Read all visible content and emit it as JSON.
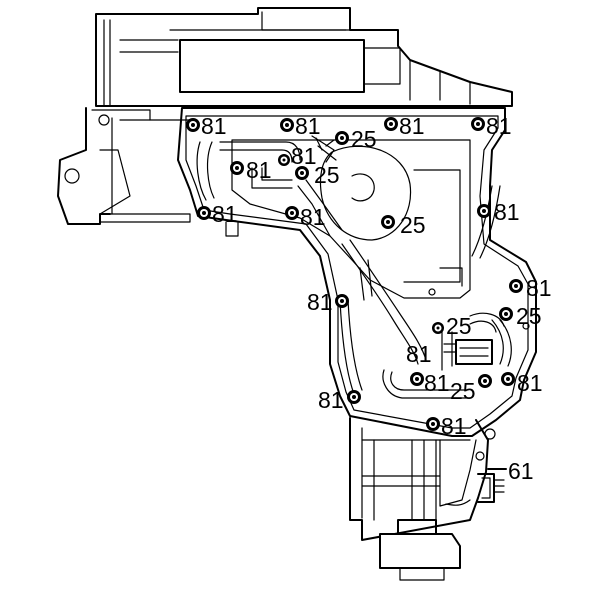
{
  "diagram": {
    "callouts": [
      {
        "id": "c1",
        "text": "81"
      },
      {
        "id": "c2",
        "text": "81"
      },
      {
        "id": "c3",
        "text": "25"
      },
      {
        "id": "c4",
        "text": "81"
      },
      {
        "id": "c5",
        "text": "81"
      },
      {
        "id": "c6",
        "text": "81"
      },
      {
        "id": "c7",
        "text": "81"
      },
      {
        "id": "c8",
        "text": "25"
      },
      {
        "id": "c9",
        "text": "81"
      },
      {
        "id": "c10",
        "text": "81"
      },
      {
        "id": "c11",
        "text": "25"
      },
      {
        "id": "c12",
        "text": "81"
      },
      {
        "id": "c13",
        "text": "81"
      },
      {
        "id": "c14",
        "text": "81"
      },
      {
        "id": "c15",
        "text": "25"
      },
      {
        "id": "c16",
        "text": "25"
      },
      {
        "id": "c17",
        "text": "81"
      },
      {
        "id": "c18",
        "text": "81"
      },
      {
        "id": "c19",
        "text": "25"
      },
      {
        "id": "c20",
        "text": "81"
      },
      {
        "id": "c21",
        "text": "81"
      },
      {
        "id": "c22",
        "text": "81"
      },
      {
        "id": "c23",
        "text": "61"
      }
    ]
  }
}
